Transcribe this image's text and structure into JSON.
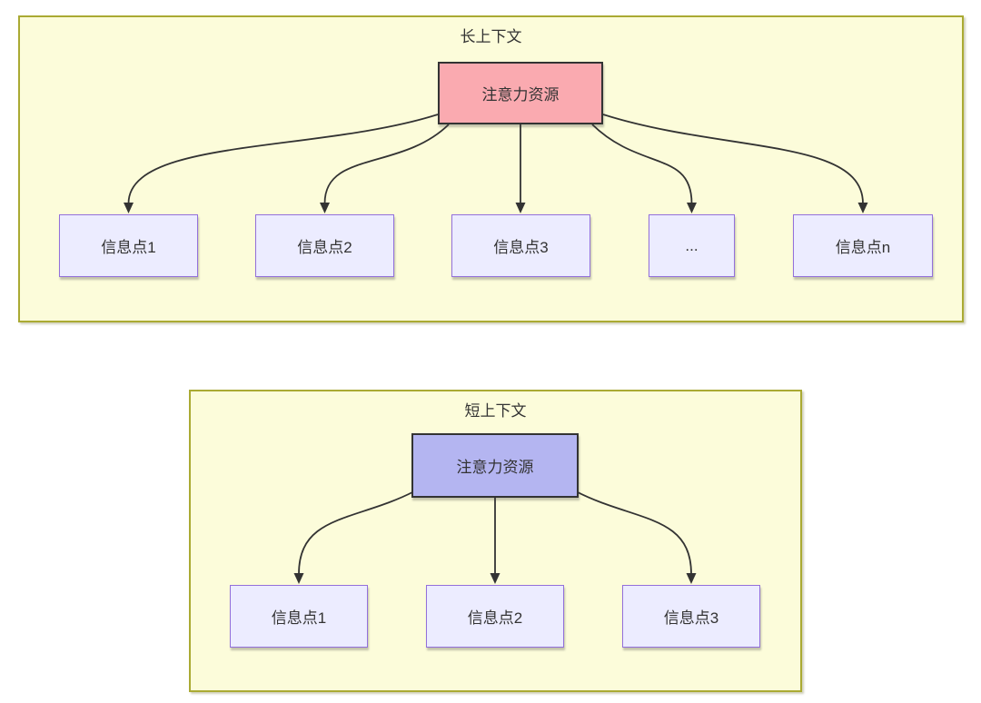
{
  "colors": {
    "page_background": "#ffffff",
    "cluster_fill": "#fcfcda",
    "cluster_border": "#aaaa33",
    "info_node_fill": "#ececff",
    "info_node_border": "#9370db",
    "attention_long_fill": "#faaab0",
    "attention_short_fill": "#b4b5f1",
    "attention_border": "#333333",
    "edge_color": "#333333",
    "text_color": "#333333"
  },
  "diagram_long": {
    "title": "长上下文",
    "attention": {
      "label": "注意力资源"
    },
    "nodes": [
      {
        "label": "信息点1"
      },
      {
        "label": "信息点2"
      },
      {
        "label": "信息点3"
      },
      {
        "label": "..."
      },
      {
        "label": "信息点n"
      }
    ]
  },
  "diagram_short": {
    "title": "短上下文",
    "attention": {
      "label": "注意力资源"
    },
    "nodes": [
      {
        "label": "信息点1"
      },
      {
        "label": "信息点2"
      },
      {
        "label": "信息点3"
      }
    ]
  }
}
